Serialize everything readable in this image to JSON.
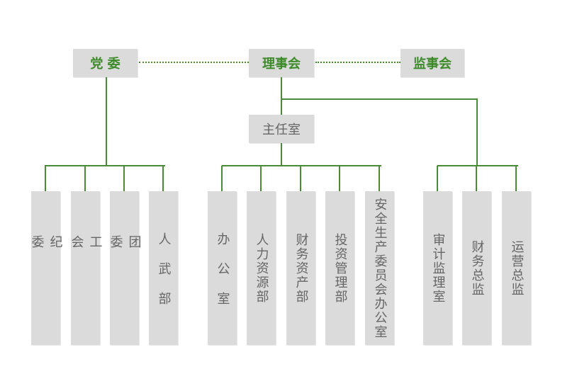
{
  "top": {
    "party": "党 委",
    "board": "理事会",
    "supervisors": "监事会"
  },
  "director_office": "主任室",
  "party_units": [
    "纪委",
    "工会",
    "团委",
    "人武部"
  ],
  "office_units": [
    "办公室",
    "人力资源部",
    "财务资产部",
    "投资管理部",
    "安全生产委员会办公室"
  ],
  "oversight_units": [
    "审计监理室",
    "财务总监",
    "运营总监"
  ],
  "colors": {
    "line": "#4a8c35",
    "box": "#dcdbdb",
    "accent_text": "#3d8a2a"
  }
}
